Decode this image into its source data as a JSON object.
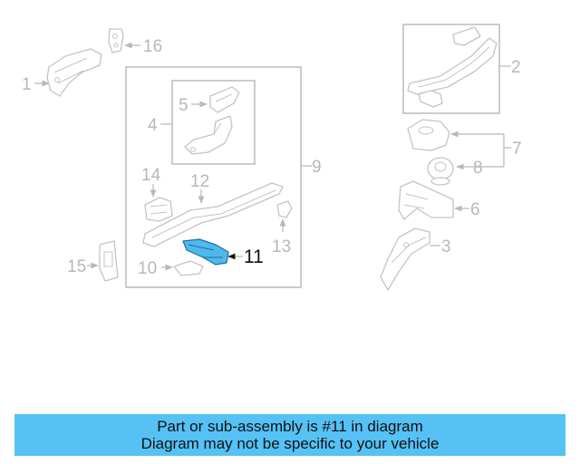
{
  "callouts": {
    "c1": "1",
    "c2": "2",
    "c3": "3",
    "c4": "4",
    "c5": "5",
    "c6": "6",
    "c7": "7",
    "c8": "8",
    "c9": "9",
    "c10": "10",
    "c11": "11",
    "c12": "12",
    "c13": "13",
    "c14": "14",
    "c15": "15",
    "c16": "16"
  },
  "highlight": {
    "part_number": "11",
    "color": "#4fb8ec"
  },
  "banner": {
    "line1": "Part or sub-assembly is #11 in diagram",
    "line2": "Diagram may not be specific to your vehicle",
    "color": "#55c1f4"
  }
}
